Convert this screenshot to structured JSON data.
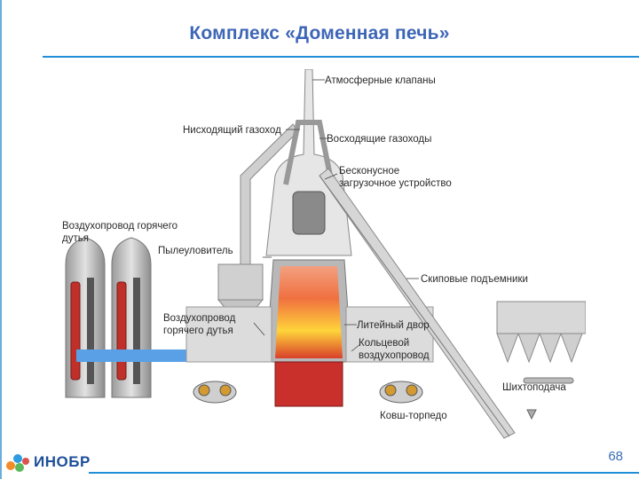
{
  "slide": {
    "title": "Комплекс «Доменная печь»",
    "page_number": "68",
    "logo_text": "ИНОБР"
  },
  "labels": {
    "atm_valves": "Атмосферные клапаны",
    "down_gas": "Нисходящий газоход",
    "up_gas": "Восходящие газоходы",
    "bell_less_1": "Бесконусное",
    "bell_less_2": "загрузочное устройство",
    "hot_air_1": "Воздухопровод горячего",
    "hot_air_2": "дутья",
    "dust_catcher": "Пылеуловитель",
    "skip": "Скиповые подъемники",
    "hot_blast_main_1": "Воздухопровод",
    "hot_blast_main_2": "горячего дутья",
    "cast_house": "Литейный двор",
    "ring_1": "Кольцевой",
    "ring_2": "воздухопровод",
    "charge_feed": "Шихтоподача",
    "torpedo": "Ковш-торпедо"
  },
  "colors": {
    "title": "#3e66b6",
    "accent_blue": "#1f8fd8",
    "hot_blast": "#5aa0e6",
    "metal_red": "#c9302c",
    "flame_yellow": "#ffd43a",
    "structure_gray": "#c8c8c8"
  }
}
